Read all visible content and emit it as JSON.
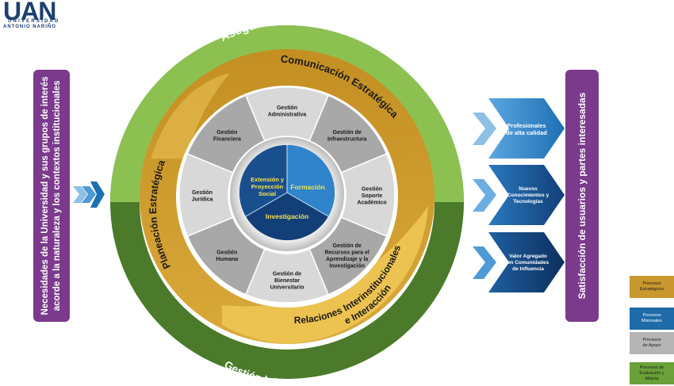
{
  "logo": {
    "main": "UAN",
    "line1": "UNIVERSIDAD",
    "line2": "ANTONIO NARIÑO"
  },
  "left_bar": {
    "line1": "Necesidades de la Universidad y sus grupos de interés",
    "line2": "acorde a la naturaleza y los contextos institucionales"
  },
  "right_bar": {
    "text": "Satisfacción de usuarios y partes interesadas"
  },
  "rings": {
    "outer_top": "Aseguramiento de la Calidad",
    "outer_bottom": "Gestión Integrada por Procesos",
    "strategic_top": "Comunicación Estratégica",
    "strategic_left": "Planeación Estratégica",
    "strategic_bottom_1": "Relaciones Interinstitucionales",
    "strategic_bottom_2": "e Interacción"
  },
  "support_segments": [
    [
      "Gestión",
      "Administrativa"
    ],
    [
      "Gestión de",
      "Infraestructura"
    ],
    [
      "Gestión",
      "Soporte",
      "Académico"
    ],
    [
      "Gestión de",
      "Recursos para el",
      "Aprendizaje y la",
      "Investigación"
    ],
    [
      "Gestión de",
      "Bienestar",
      "Universitario"
    ],
    [
      "Gestión",
      "Humana"
    ],
    [
      "Gestión",
      "Jurídica"
    ],
    [
      "Gestión",
      "Financiera"
    ]
  ],
  "core": {
    "extension": [
      "Extensión y",
      "Proyección",
      "Social"
    ],
    "formacion": "Formación",
    "investigacion": "Investigación"
  },
  "outputs": [
    [
      "Profesionales",
      "de alta calidad"
    ],
    [
      "Nuevos",
      "Conocimientos y",
      "Tecnologías"
    ],
    [
      "Valor Agregado",
      "en Comunidades",
      "de Influencia"
    ]
  ],
  "legend": [
    {
      "label": [
        "Procesos",
        "Estratégicos"
      ],
      "color": "#c9982e"
    },
    {
      "label": [
        "Procesos",
        "Misionales"
      ],
      "color": "#1f6aa8"
    },
    {
      "label": [
        "Procesos",
        "de Apoyo"
      ],
      "color": "#b5b5b5"
    },
    {
      "label": [
        "Procesos de",
        "Evaluación y",
        "Mejora"
      ],
      "color": "#6aa138"
    }
  ],
  "colors": {
    "purple": "#7b3a8c",
    "green_light": "#8cc152",
    "green_dark": "#4a7a2a",
    "gold": "#c9982e",
    "gold_light": "#ecc350",
    "gray_light": "#d8d8d8",
    "gray_dark": "#a8a8a8",
    "blue_dark": "#123f78",
    "blue_mid": "#1f6fb4",
    "blue_light": "#4d9ad6"
  }
}
